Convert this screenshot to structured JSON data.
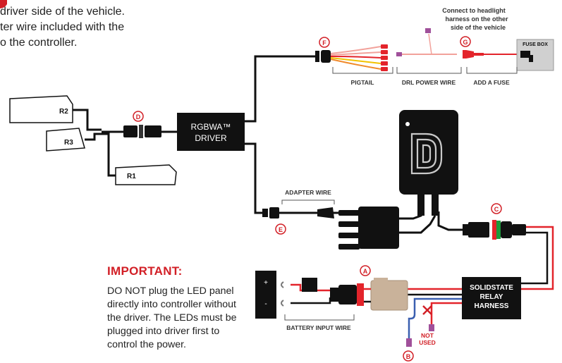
{
  "intro_lines": [
    "driver side of the vehicle.",
    "ter wire included with the",
    "o the controller."
  ],
  "important": {
    "title": "IMPORTANT:",
    "lines": [
      "DO NOT plug the LED panel",
      "directly into controller without",
      "the driver. The LEDs must be",
      "plugged into driver first to",
      "control the power."
    ]
  },
  "components": {
    "driver": [
      "RGBWA™",
      "DRIVER"
    ],
    "relay": [
      "SOLIDSTATE",
      "RELAY",
      "HARNESS"
    ],
    "fuse_box": "FUSE BOX",
    "r1": "R1",
    "r2": "R2",
    "r3": "R3"
  },
  "labels": {
    "connect_note": [
      "Connect to headlight",
      "harness on the other",
      "side of the vehicle"
    ],
    "pigtail": "PIGTAIL",
    "drl_power_wire": "DRL POWER WIRE",
    "add_a_fuse": "ADD A FUSE",
    "adapter_wire": "ADAPTER WIRE",
    "battery_input_wire": "BATTERY INPUT WIRE",
    "not_used": [
      "NOT",
      "USED"
    ],
    "plus": "+",
    "minus": "-"
  },
  "markers": {
    "a": "A",
    "b": "B",
    "c": "C",
    "d": "D",
    "e": "E",
    "f": "F",
    "g": "G"
  },
  "colors": {
    "accent_red": "#d21f26",
    "wire_black": "#111111",
    "wire_red": "#e3242b",
    "wire_blue": "#3a5fb0",
    "wire_pink": "#f2a29b",
    "wire_yellow": "#f2c200",
    "wire_orange": "#f08a2a",
    "terminal_purple": "#a0509a",
    "box_tan": "#c9b29a",
    "fuse_box_gray": "#d0d0d0"
  }
}
